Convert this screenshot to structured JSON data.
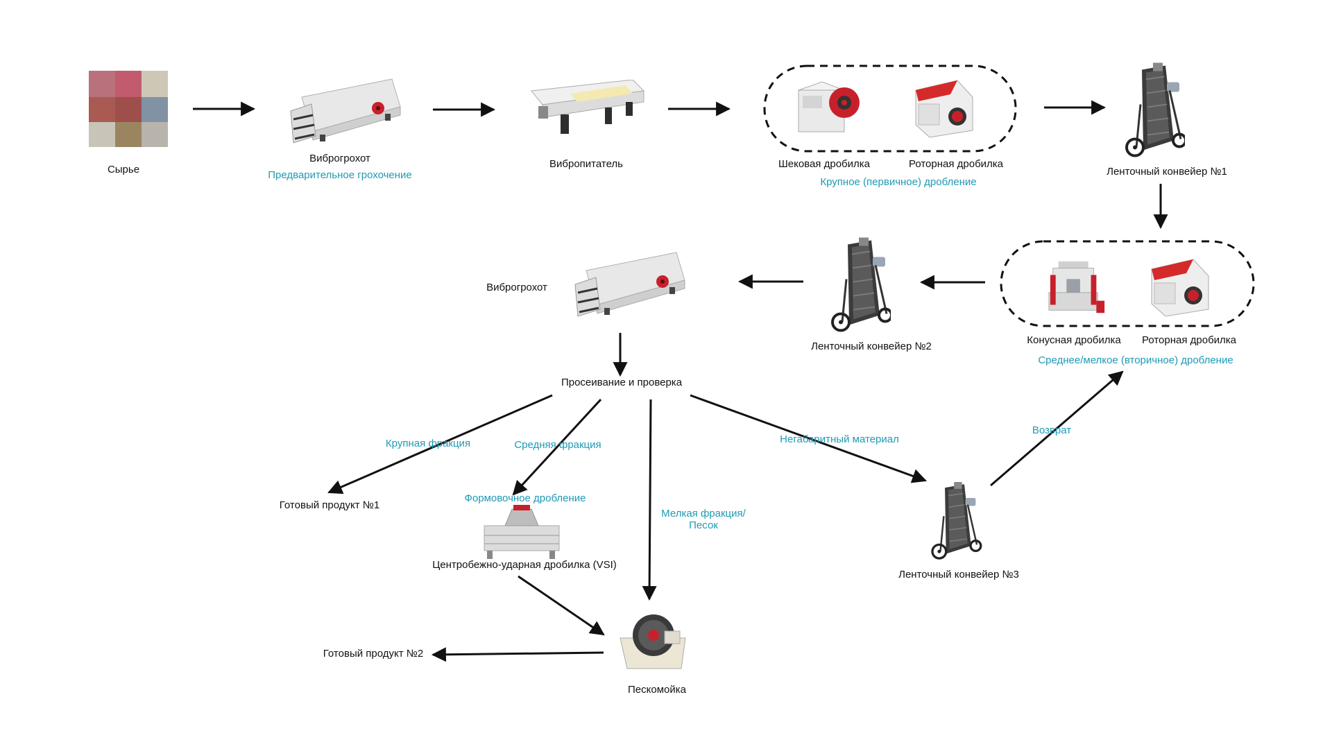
{
  "colors": {
    "label": "#111111",
    "accent": "#1e9ab4",
    "arrow": "#111111"
  },
  "nodes": {
    "raw": "Сырье",
    "screen1": "Виброгрохот",
    "screen1_sub": "Предварительное грохочение",
    "feeder": "Вибропитатель",
    "jaw": "Шековая дробилка",
    "impact1": "Роторная дробилка",
    "primary_sub": "Крупное (первичное) дробление",
    "conveyor1": "Ленточный конвейер №1",
    "cone": "Конусная дробилка",
    "impact2": "Роторная дробилка",
    "secondary_sub": "Среднее/мелкое (вторичное) дробление",
    "conveyor2": "Ленточный конвейер №2",
    "screen2": "Виброгрохот",
    "sieve": "Просеивание и проверка",
    "product1": "Готовый продукт №1",
    "vsi_sub": "Формовочное дробление",
    "vsi": "Центробежно-ударная дробилка (VSI)",
    "washer": "Пескомойка",
    "product2": "Готовый продукт №2",
    "conveyor3": "Ленточный конвейер №3"
  },
  "edges": {
    "coarse": "Крупная фракция",
    "medium": "Средняя фракция",
    "fine_line1": "Мелкая фракция/",
    "fine_line2": "Песок",
    "oversize": "Негабаритный материал",
    "return": "Возврат"
  },
  "icons": [
    "rock-samples-icon",
    "vibrating-screen-icon",
    "vibrating-feeder-icon",
    "jaw-crusher-icon",
    "impact-crusher-icon",
    "belt-conveyor-icon",
    "cone-crusher-icon",
    "vsi-crusher-icon",
    "sand-washer-icon"
  ]
}
